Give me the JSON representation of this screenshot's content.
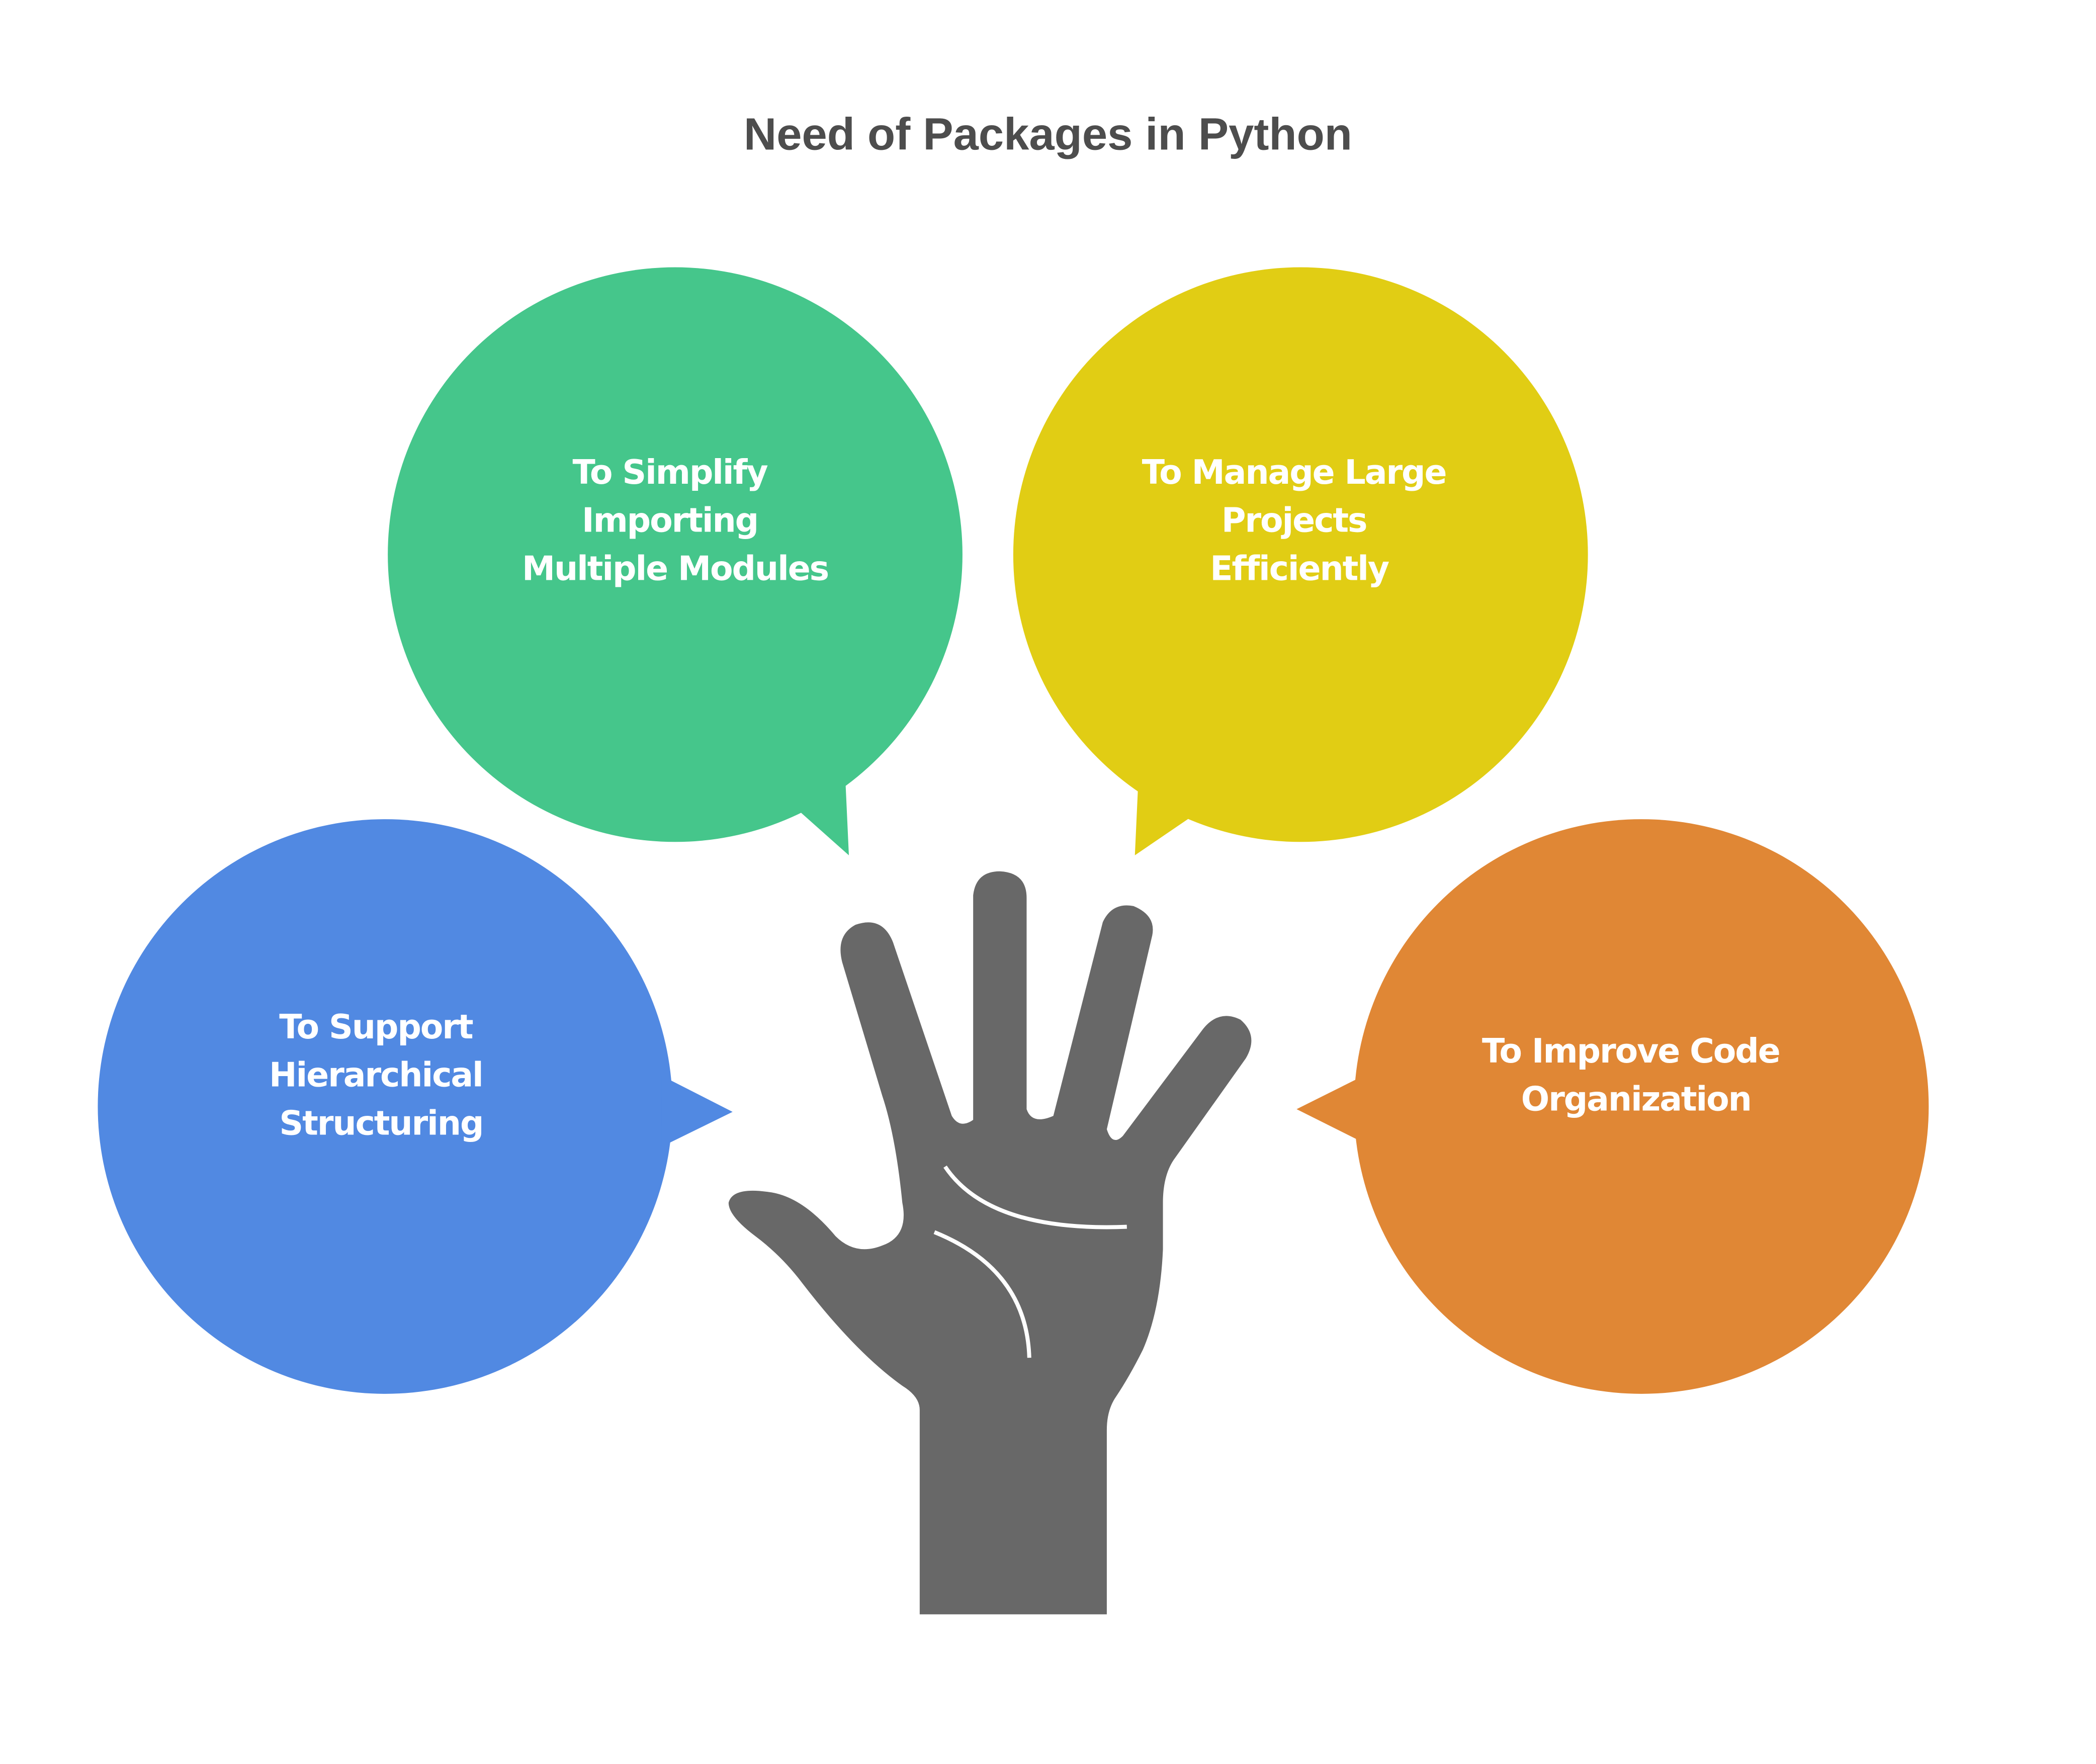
{
  "title": "Need of Packages in Python",
  "bubbles": [
    {
      "id": "simplify",
      "color": "#45c68b",
      "lines": [
        "To Simplify",
        "Importing",
        "Multiple Modules"
      ]
    },
    {
      "id": "manage",
      "color": "#e1cd14",
      "lines": [
        "To Manage Large",
        "Projects",
        "Efficiently"
      ]
    },
    {
      "id": "hierarchical",
      "color": "#5189e2",
      "lines": [
        "To Support",
        "Hierarchical",
        "Structuring"
      ]
    },
    {
      "id": "organization",
      "color": "#e08735",
      "lines": [
        "To Improve Code",
        "Organization"
      ]
    }
  ],
  "hand_color": "#686868"
}
